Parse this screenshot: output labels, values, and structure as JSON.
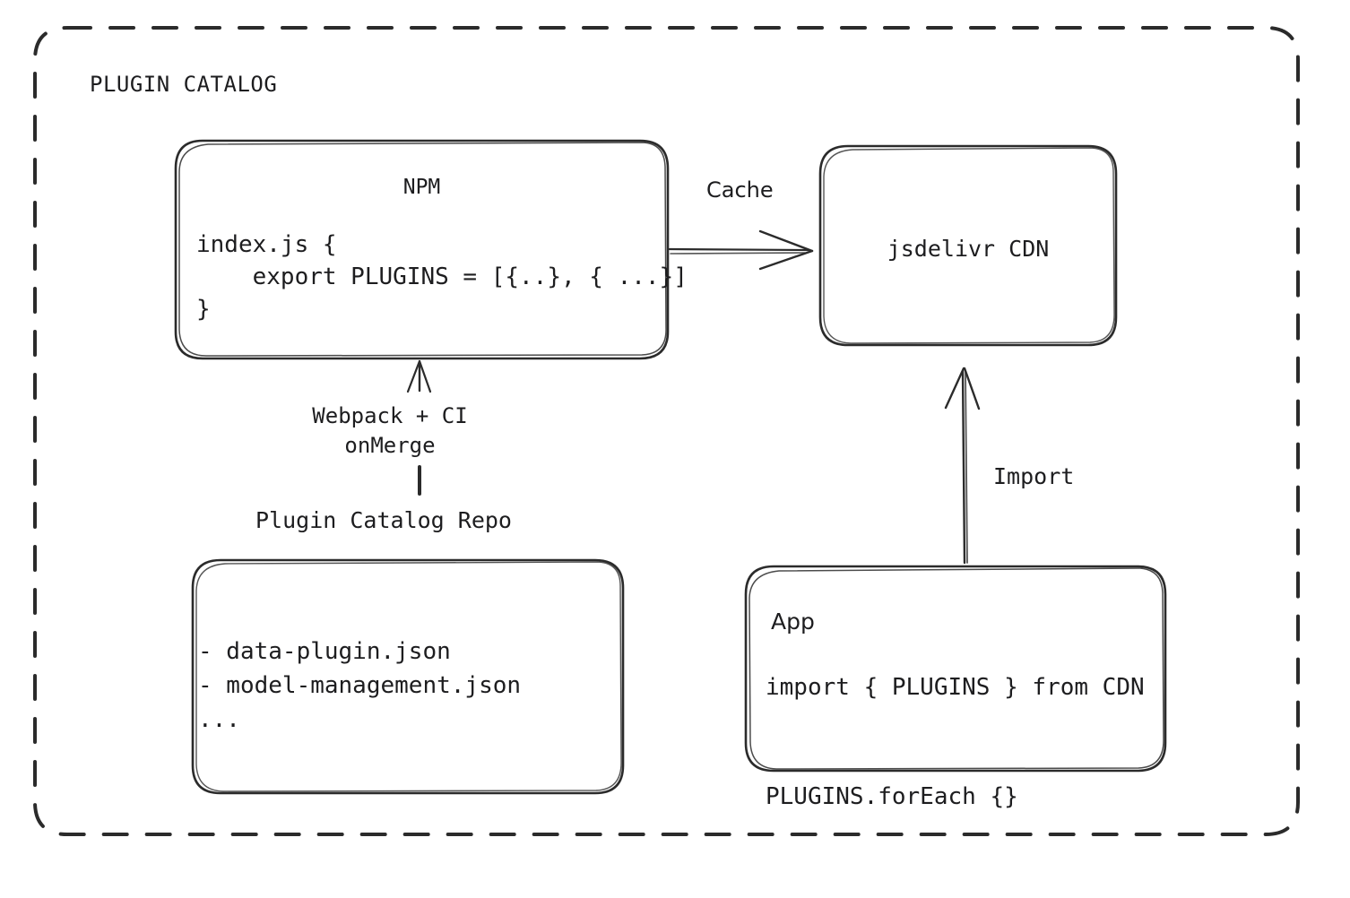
{
  "diagram": {
    "group": {
      "title": "PLUGIN CATALOG",
      "border_style": "dashed",
      "border_color": "#2b2b2b"
    },
    "nodes": {
      "npm": {
        "title": "NPM",
        "code": "index.js {\n    export PLUGINS = [{..}, { ...}]\n}"
      },
      "cdn": {
        "title": "jsdelivr CDN"
      },
      "repo": {
        "label": "Plugin Catalog Repo",
        "code": "- data-plugin.json\n- model-management.json\n..."
      },
      "app": {
        "title": "App",
        "code": "import { PLUGINS } from CDN\n\nPLUGINS.forEach {}"
      }
    },
    "edges": {
      "npm_to_cdn": {
        "label": "Cache",
        "direction": "right"
      },
      "repo_to_npm": {
        "label": "Webpack + CI\nonMerge",
        "direction": "up"
      },
      "app_to_cdn": {
        "label": "Import",
        "direction": "up"
      }
    },
    "colors": {
      "stroke": "#1d1d1f",
      "background": "#ffffff"
    }
  }
}
